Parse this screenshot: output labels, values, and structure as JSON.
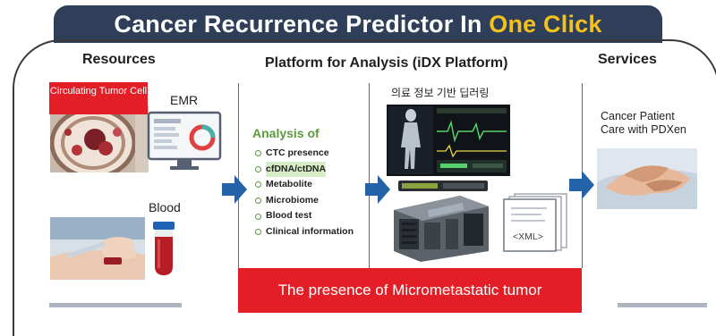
{
  "title": {
    "main": "Cancer Recurrence Predictor In ",
    "highlight": "One Click"
  },
  "sections": {
    "resources": "Resources",
    "platform": "Platform for Analysis (iDX Platform)",
    "services": "Services"
  },
  "resources": {
    "ctc_label": "Circulating Tumor Cell",
    "emr_label": "EMR",
    "blood_label": "Blood"
  },
  "analysis": {
    "title": "Analysis of",
    "items": [
      "CTC presence",
      "cfDNA/ctDNA",
      "Metabolite",
      "Microbiome",
      "Blood test",
      "Clinical information"
    ]
  },
  "platform": {
    "kr_label": "의료 정보 기반 딥러링",
    "xml_label": "<XML>"
  },
  "result_band": "The presence of Micrometastatic tumor",
  "services": {
    "label": "Cancer Patient Care with PDXen"
  },
  "colors": {
    "title_bg": "#2f3f59",
    "title_highlight": "#f4c21a",
    "red": "#e41e26",
    "arrow_blue": "#2463a8",
    "analysis_green": "#5b9a3a"
  }
}
